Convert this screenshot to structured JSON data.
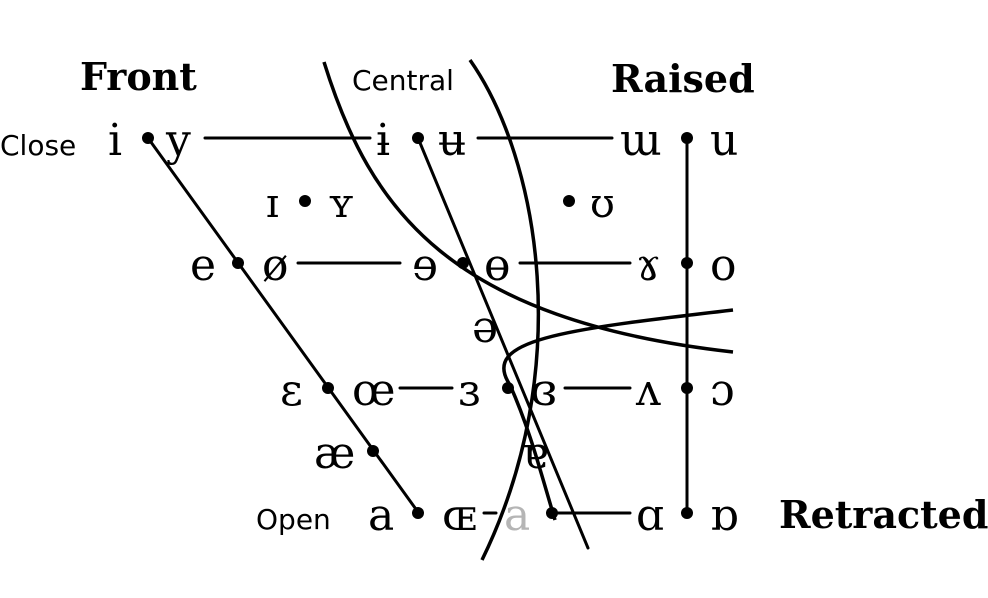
{
  "headings": {
    "front": "Front",
    "central": "Central",
    "raised": "Raised",
    "retracted": "Retracted"
  },
  "row_labels": {
    "close": "Close",
    "open": "Open"
  },
  "vowels": {
    "close_front_unrounded": "i",
    "close_front_rounded": "y",
    "close_central_unrounded": "ɨ",
    "close_central_rounded": "ʉ",
    "close_back_unrounded": "ɯ",
    "close_back_rounded": "u",
    "near_close_front_unrounded": "ɪ",
    "near_close_front_rounded": "ʏ",
    "near_close_back_rounded": "ʊ",
    "close_mid_front_unrounded": "e",
    "close_mid_front_rounded": "ø",
    "close_mid_central_unrounded": "ɘ",
    "close_mid_central_rounded": "ɵ",
    "close_mid_back_unrounded": "ɤ",
    "close_mid_back_rounded": "o",
    "mid_central": "ə",
    "open_mid_front_unrounded": "ɛ",
    "open_mid_front_rounded": "œ",
    "open_mid_central_unrounded": "ɜ",
    "open_mid_central_rounded": "ɞ",
    "open_mid_back_unrounded": "ʌ",
    "open_mid_back_rounded": "ɔ",
    "near_open_front_unrounded": "æ",
    "near_open_central": "ɐ",
    "open_front_unrounded": "a",
    "open_front_rounded": "ɶ",
    "open_central_grey": "a",
    "open_back_unrounded": "ɑ",
    "open_back_rounded": "ɒ"
  },
  "colors": {
    "ink": "#000000",
    "grey_vowel": "#b5b5b5",
    "background": "#ffffff"
  }
}
